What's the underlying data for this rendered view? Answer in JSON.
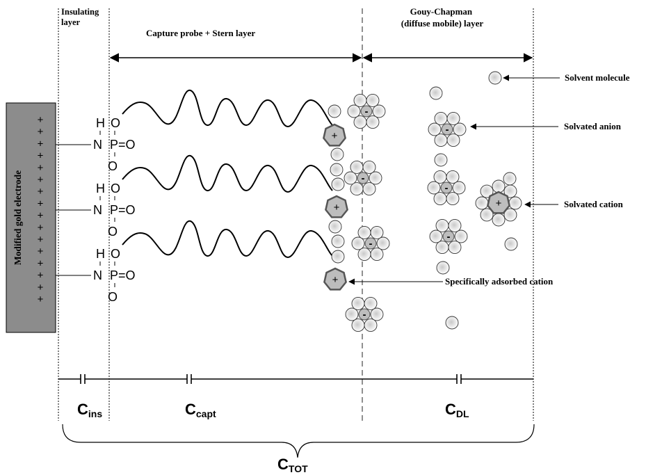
{
  "regions": {
    "insulating": "Insulating\nlayer",
    "capture": "Capture probe + Stern layer",
    "gouy": "Gouy-Chapman\n(diffuse mobile) layer"
  },
  "electrode": {
    "label": "Modified gold electrode",
    "charge_symbol": "+",
    "charge_count": 16
  },
  "probe_group": {
    "h": "H",
    "o": "O",
    "n": "N",
    "p": "P",
    "po": "P=O"
  },
  "species": {
    "cation_sign": "+",
    "anion_sign": "-"
  },
  "annotations": {
    "solvent_molecule": "Solvent molecule",
    "solvated_anion": "Solvated anion",
    "solvated_cation": "Solvated cation",
    "specifically_adsorbed_cation": "Specifically adsorbed cation"
  },
  "capacitances": {
    "c_ins": {
      "main": "C",
      "sub": "ins"
    },
    "c_capt": {
      "main": "C",
      "sub": "capt"
    },
    "c_dl": {
      "main": "C",
      "sub": "DL"
    },
    "c_tot": {
      "main": "C",
      "sub": "TOT"
    }
  },
  "colors": {
    "electrode_fill": "#8c8c8c",
    "ion_fill": "#bdbdbd",
    "ion_stroke": "#555555",
    "solvent_fill": "#e6e6e6",
    "line": "#000000"
  }
}
